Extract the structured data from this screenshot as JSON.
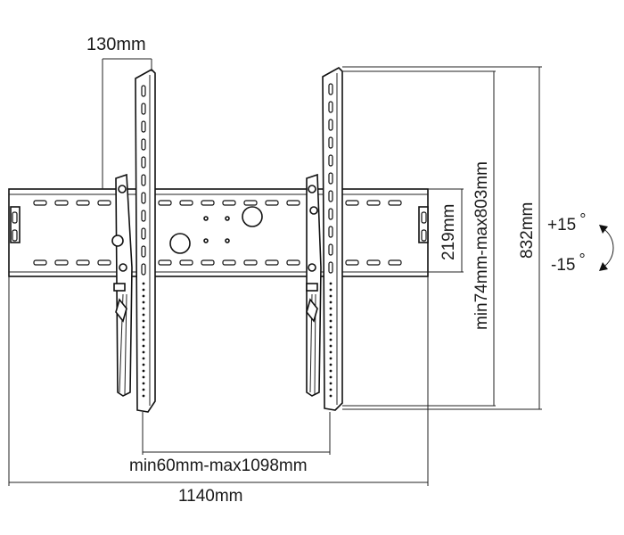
{
  "diagram": {
    "dimensions": {
      "arm_depth": "130mm",
      "arm_span": "min60mm-max1098mm",
      "plate_width": "1140mm",
      "plate_height": "219mm",
      "vertical_range": "min74mm-max803mm",
      "arm_height": "832mm"
    },
    "tilt": {
      "up": "+15",
      "down": "-15",
      "degree_symbol": "°"
    },
    "colors": {
      "line": "#111111",
      "background": "#ffffff"
    }
  }
}
